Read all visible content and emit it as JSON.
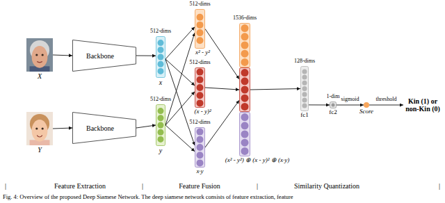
{
  "diagram": {
    "caption": "Fig. 4: Overview of the proposed Deep Siamese Network. The deep siamese network consists of feature extraction, feature",
    "nodes": [
      {
        "text": [
          "X"
        ]
      },
      {
        "text": [
          "Backbone"
        ]
      },
      {
        "text": [
          "512-dims",
          "x"
        ]
      },
      {
        "text": [
          "Y"
        ]
      },
      {
        "text": [
          "Backbone"
        ]
      },
      {
        "text": [
          "512-dims",
          "y"
        ]
      },
      {
        "text": [
          "512-dims",
          "x² - y²"
        ]
      },
      {
        "text": [
          "512-dims",
          "(x - y)²"
        ]
      },
      {
        "text": [
          "512-dims",
          "x·y"
        ]
      },
      {
        "text": [
          "1536-dims",
          "(x² - y²) ⊕ (x - y)² ⊕ (x·y)"
        ]
      },
      {
        "text": [
          "128-dims",
          "fc1"
        ]
      },
      {
        "text": [
          "1-dim",
          "fc2"
        ]
      },
      {
        "text": [
          "Score"
        ]
      },
      {
        "text": [
          "Kin (1) or non-Kin (0)"
        ]
      }
    ],
    "edges": [
      {
        "from": 0,
        "to": 1,
        "arrow": "to"
      },
      {
        "from": 1,
        "to": 2,
        "arrow": "to"
      },
      {
        "from": 3,
        "to": 4,
        "arrow": "to"
      },
      {
        "from": 4,
        "to": 5,
        "arrow": "to"
      },
      {
        "from": 2,
        "to": 6,
        "arrow": "to"
      },
      {
        "from": 2,
        "to": 7,
        "arrow": "to"
      },
      {
        "from": 2,
        "to": 8,
        "arrow": "to"
      },
      {
        "from": 5,
        "to": 6,
        "arrow": "to"
      },
      {
        "from": 5,
        "to": 7,
        "arrow": "to"
      },
      {
        "from": 5,
        "to": 8,
        "arrow": "to"
      },
      {
        "from": 6,
        "to": 9,
        "arrow": "to"
      },
      {
        "from": 7,
        "to": 9,
        "arrow": "to"
      },
      {
        "from": 8,
        "to": 9,
        "arrow": "to"
      },
      {
        "from": 9,
        "to": 10,
        "arrow": "to"
      },
      {
        "from": 10,
        "to": 11,
        "arrow": "to"
      },
      {
        "from": 11,
        "to": 12,
        "label": "sigmoid",
        "arrow": "to"
      },
      {
        "from": 12,
        "to": 13,
        "label": "threshold",
        "arrow": "to"
      }
    ],
    "labels": [
      "|",
      "Feature Extraction",
      "|",
      "Feature Fusion",
      "|",
      "Similarity Quantization",
      "|"
    ]
  }
}
